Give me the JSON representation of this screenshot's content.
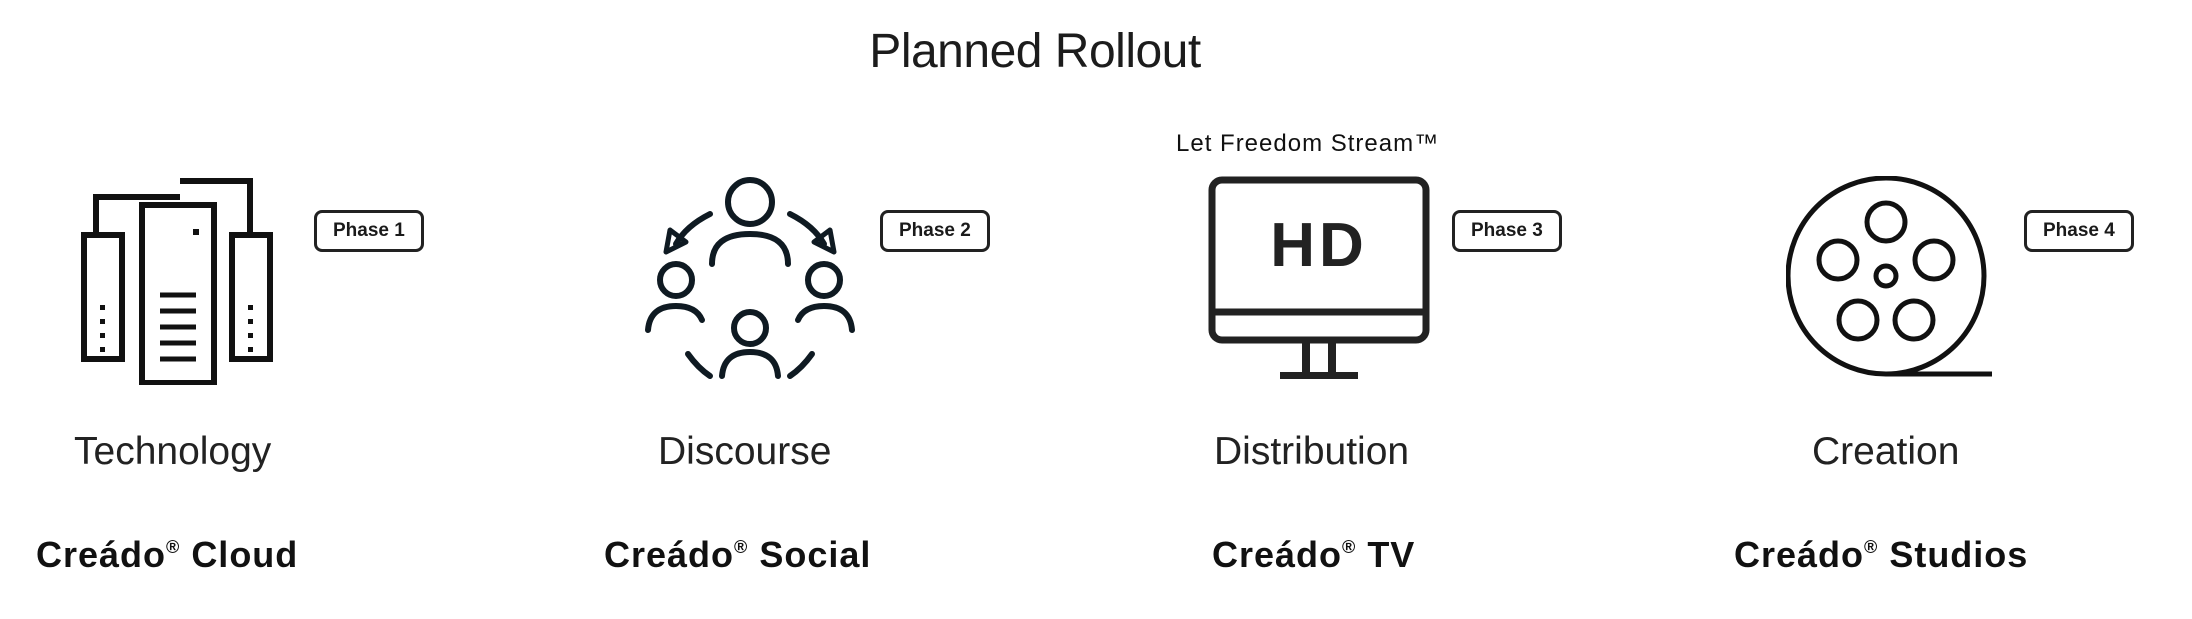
{
  "title": "Planned Rollout",
  "phases": [
    {
      "badge": "Phase 1",
      "category": "Technology",
      "product_name": "Creádo",
      "product_mark": "®",
      "product_suffix": "Cloud",
      "icon": "server-icon"
    },
    {
      "badge": "Phase 2",
      "category": "Discourse",
      "product_name": "Creádo",
      "product_mark": "®",
      "product_suffix": "Social",
      "icon": "people-network-icon"
    },
    {
      "badge": "Phase 3",
      "category": "Distribution",
      "product_name": "Creádo",
      "product_mark": "®",
      "product_suffix": "TV",
      "icon": "hd-monitor-icon",
      "tagline": "Let Freedom Stream™",
      "screen_text": "HD"
    },
    {
      "badge": "Phase 4",
      "category": "Creation",
      "product_name": "Creádo",
      "product_mark": "®",
      "product_suffix": "Studios",
      "icon": "film-reel-icon"
    }
  ],
  "colors": {
    "ink": "#1a1a1a",
    "background": "#ffffff"
  }
}
